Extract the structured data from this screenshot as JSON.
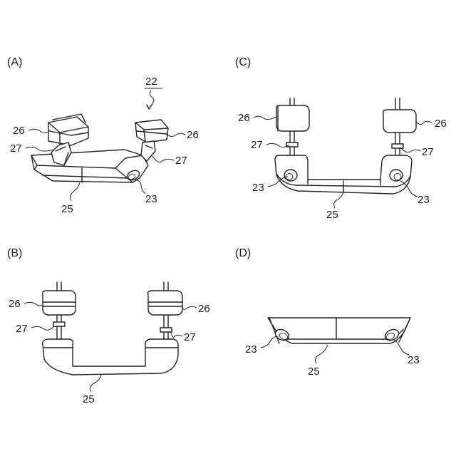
{
  "panels": {
    "A": {
      "label": "(A)",
      "assembly_ref": "22",
      "refs": {
        "r26a": "26",
        "r26b": "26",
        "r27a": "27",
        "r27b": "27",
        "r25": "25",
        "r23": "23"
      }
    },
    "B": {
      "label": "(B)",
      "refs": {
        "r26a": "26",
        "r26b": "26",
        "r27a": "27",
        "r27b": "27",
        "r25": "25"
      }
    },
    "C": {
      "label": "(C)",
      "refs": {
        "r26a": "26",
        "r26b": "26",
        "r27a": "27",
        "r27b": "27",
        "r25": "25",
        "r23a": "23",
        "r23b": "23"
      }
    },
    "D": {
      "label": "(D)",
      "refs": {
        "r25": "25",
        "r23a": "23",
        "r23b": "23"
      }
    }
  }
}
